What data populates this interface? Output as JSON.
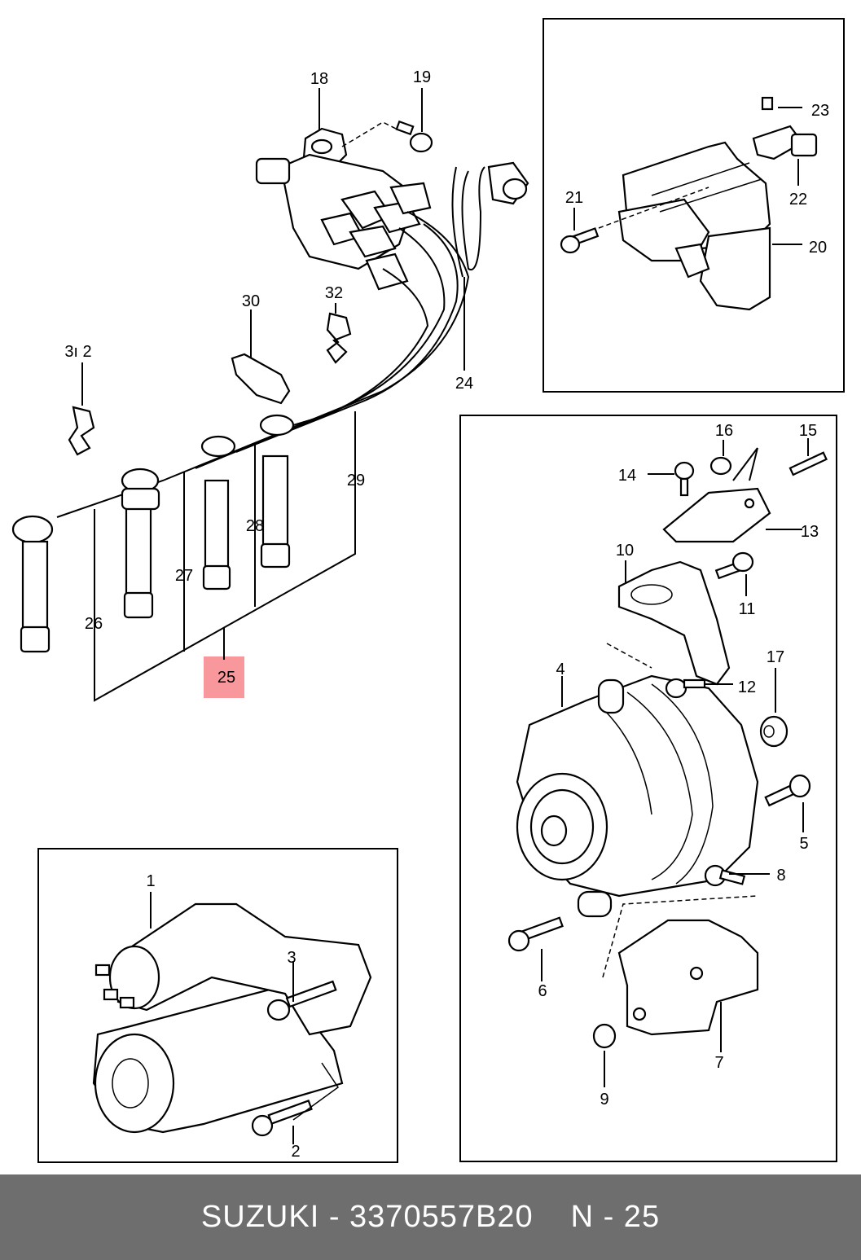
{
  "labels": {
    "l1": "1",
    "l2": "2",
    "l3": "3",
    "l4": "4",
    "l5": "5",
    "l6": "6",
    "l7": "7",
    "l8": "8",
    "l9": "9",
    "l10": "10",
    "l11": "11",
    "l12": "12",
    "l13": "13",
    "l14": "14",
    "l15": "15",
    "l16": "16",
    "l17": "17",
    "l18": "18",
    "l19": "19",
    "l20": "20",
    "l21": "21",
    "l22": "22",
    "l23": "23",
    "l24": "24",
    "l25": "25",
    "l26": "26",
    "l27": "27",
    "l28": "28",
    "l29": "29",
    "l30": "30",
    "l31": "3ı 2",
    "l32": "32"
  },
  "highlighted_part": "25",
  "footer": {
    "brand_code": "SUZUKI - 3370557B20",
    "page": "N - 25"
  },
  "colors": {
    "highlight": "#f4434a",
    "footer_bg": "#6e6e6e",
    "footer_text": "#ffffff"
  }
}
